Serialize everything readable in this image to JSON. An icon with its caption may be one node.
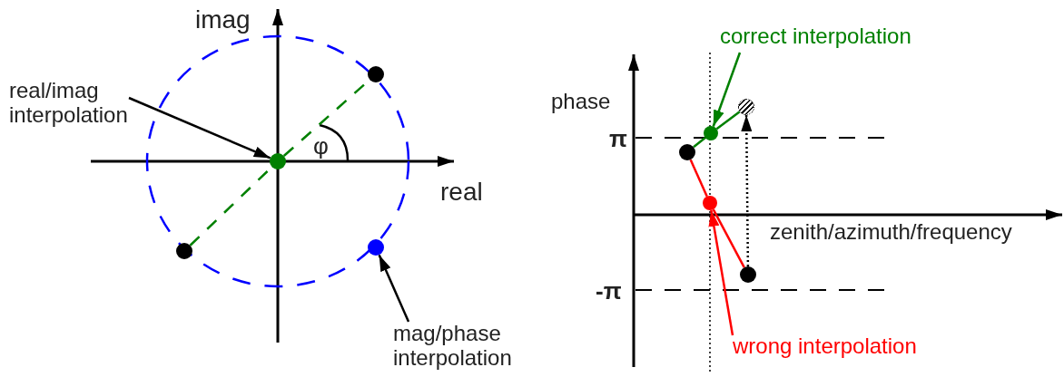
{
  "diagram": {
    "nodes": [
      {
        "text": [
          "real/imag interpolation"
        ]
      },
      {
        "text": [],
        "shape": "circle"
      },
      {
        "text": [],
        "shape": "circle"
      },
      {
        "text": [],
        "shape": "circle"
      },
      {
        "text": [],
        "shape": "circle"
      },
      {
        "text": [
          "mag/phase interpolation"
        ]
      },
      {
        "text": [
          "correct interpolation"
        ]
      },
      {
        "text": [],
        "shape": "circle"
      },
      {
        "text": [],
        "shape": "circle"
      },
      {
        "text": [],
        "shape": "circle"
      },
      {
        "text": [],
        "shape": "circle"
      },
      {
        "text": [],
        "shape": "circle"
      },
      {
        "text": [
          "wrong interpolation"
        ]
      }
    ],
    "edges": [
      {
        "from": 0,
        "to": 2,
        "arrow": "to",
        "color": "#000000"
      },
      {
        "from": 3,
        "to": 2,
        "arrow": "none",
        "style": "dashed",
        "color": "#008000"
      },
      {
        "from": 2,
        "to": 1,
        "arrow": "none",
        "style": "dashed",
        "color": "#008000"
      },
      {
        "from": 5,
        "to": 4,
        "arrow": "to",
        "color": "#000000"
      },
      {
        "from": 6,
        "to": 8,
        "arrow": "to",
        "color": "#008000"
      },
      {
        "from": 9,
        "to": 8,
        "arrow": "none",
        "color": "#008000"
      },
      {
        "from": 8,
        "to": 7,
        "arrow": "none",
        "color": "#008000"
      },
      {
        "from": 9,
        "to": 10,
        "arrow": "none",
        "color": "#ff0000"
      },
      {
        "from": 10,
        "to": 11,
        "arrow": "none",
        "color": "#ff0000"
      },
      {
        "from": 11,
        "to": 7,
        "arrow": "to",
        "style": "dashed",
        "color": "#000000"
      },
      {
        "from": 12,
        "to": 10,
        "arrow": "to",
        "color": "#ff0000"
      }
    ],
    "labels": [
      "imag",
      "φ",
      "real",
      "phase",
      "π",
      "-π",
      "zenith/azimuth/frequency"
    ]
  }
}
